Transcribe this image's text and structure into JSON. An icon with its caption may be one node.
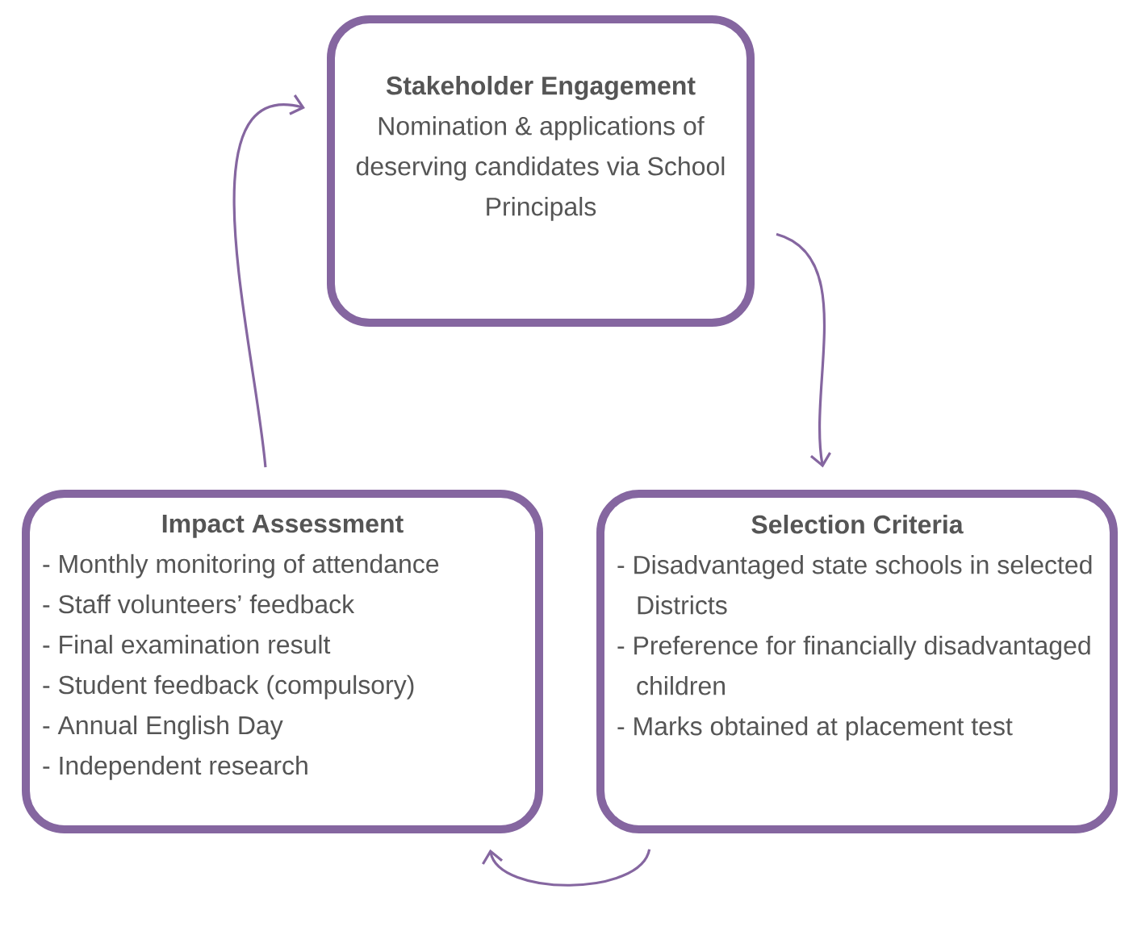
{
  "diagram": {
    "nodes": [
      {
        "text": [
          "Stakeholder Engagement",
          "Nomination & applications of deserving candidates via School Principals"
        ]
      },
      {
        "text": [
          "Impact Assessment",
          "- Monthly monitoring of attendance",
          "- Staff volunteers’ feedback",
          "- Final examination result",
          "- Student feedback (compulsory)",
          "- Annual English Day",
          "- Independent research"
        ]
      },
      {
        "text": [
          "Selection Criteria",
          "- Disadvantaged state schools in selected Districts",
          "- Preference for financially disadvantaged children",
          "- Marks obtained at placement test"
        ]
      }
    ],
    "edges": [
      {
        "from": 0,
        "to": 2,
        "arrow": "to"
      },
      {
        "from": 2,
        "to": 1,
        "arrow": "to"
      },
      {
        "from": 1,
        "to": 0,
        "arrow": "to"
      }
    ]
  }
}
